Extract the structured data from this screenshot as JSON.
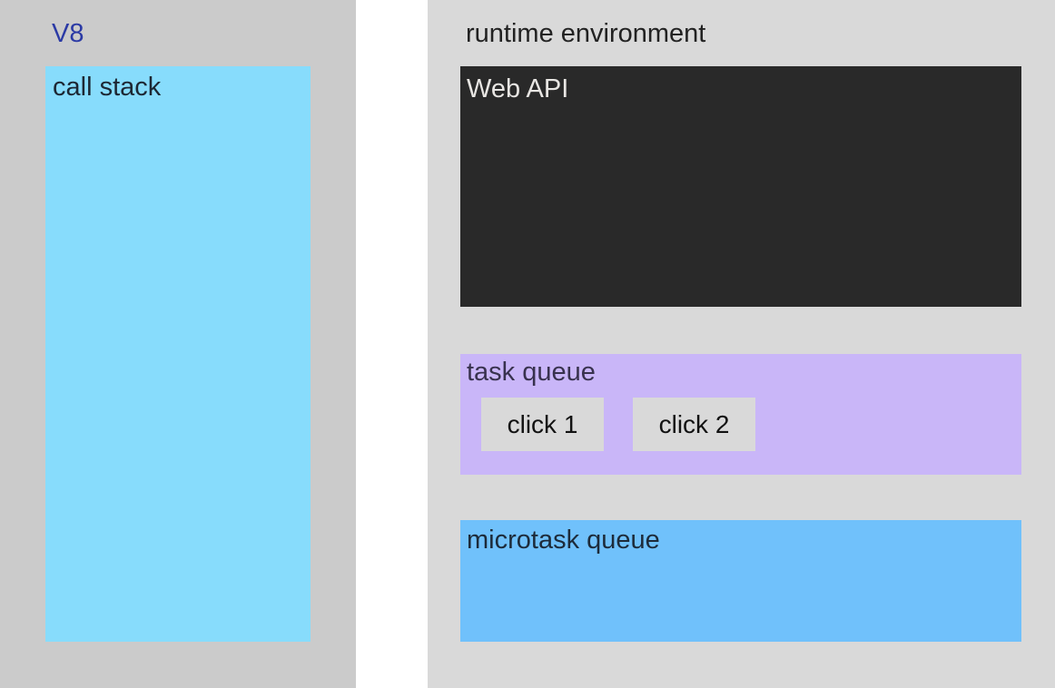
{
  "colors": {
    "page_bg": "#ffffff",
    "v8_panel_bg": "#cbcbcb",
    "runtime_panel_bg": "#d9d9d9",
    "call_stack_bg": "#87dcfc",
    "web_api_bg": "#292929",
    "task_queue_bg": "#c9b6f8",
    "microtask_queue_bg": "#70c1fb",
    "task_item_bg": "#d9d9d9",
    "v8_label_color": "#2b3aa5",
    "runtime_label_color": "#222222",
    "call_stack_text": "#1d2733",
    "web_api_text": "#e8e6e3",
    "task_queue_text": "#38324e",
    "microtask_queue_text": "#1d2b3a",
    "task_item_text": "#121212"
  },
  "v8_panel": {
    "label": "V8",
    "call_stack": {
      "label": "call stack"
    }
  },
  "runtime_panel": {
    "label": "runtime environment",
    "web_api": {
      "label": "Web API"
    },
    "task_queue": {
      "label": "task queue",
      "tasks": [
        {
          "label": "click 1"
        },
        {
          "label": "click 2"
        }
      ]
    },
    "microtask_queue": {
      "label": "microtask queue"
    }
  }
}
